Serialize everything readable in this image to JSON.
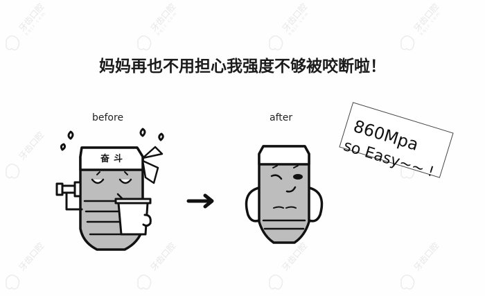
{
  "headline": "妈妈再也不用担心我强度不够被咬断啦！",
  "before_panel": {
    "label": "before",
    "headband_text": "奋斗",
    "props": [
      "dumbbell",
      "drink-cup-with-straw",
      "sweat-drops",
      "headband-bow"
    ]
  },
  "arrow": {
    "icon": "right-arrow-icon"
  },
  "after_panel": {
    "label": "after",
    "pose": "arms-on-hips-flexing",
    "expression": "confident-wink"
  },
  "speech_note": {
    "line1": "860Mpa",
    "line2": "so Easy~~",
    "exclamation": "!"
  },
  "watermark": {
    "text": "牙齿口腔",
    "subtext": "kqjz.com",
    "icon": "tooth-logo-icon"
  },
  "colors": {
    "background": "#fefefe",
    "outline": "#111111",
    "implant_fill": "#bdbdbd",
    "watermark": "#d0d0d0"
  }
}
